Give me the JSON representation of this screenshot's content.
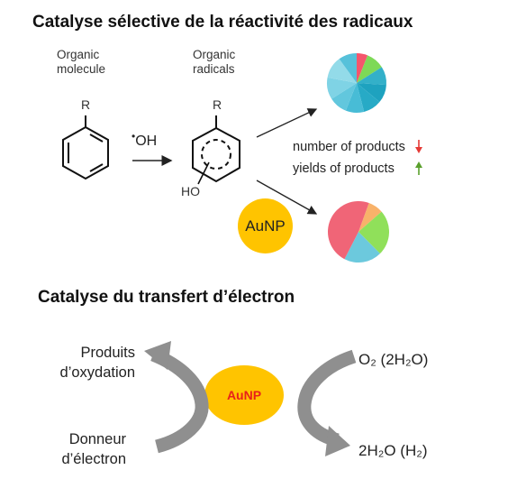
{
  "section1": {
    "title": "Catalyse sélective de la réactivité des radicaux",
    "organic_molecule": [
      "Organic",
      "molecule"
    ],
    "organic_radicals": [
      "Organic",
      "radicals"
    ],
    "substituent": "R",
    "reagent_dot": "•",
    "reagent": "OH",
    "hydroxyl": "HO",
    "catalyst": "AuNP",
    "number_of_products": "number of products",
    "yields_of_products": "yields of products"
  },
  "section2": {
    "title": "Catalyse du transfert d’électron",
    "oxidation_products": [
      "Produits",
      "d’oxydation"
    ],
    "electron_donor": [
      "Donneur",
      "d’électron"
    ],
    "catalyst": "AuNP",
    "top_right_formula": "O₂ (2H₂O)",
    "bottom_right_formula": "2H₂O (H₂)"
  },
  "colors": {
    "aunp_fill": "#ffc400",
    "aunp2_label": "#e8201b",
    "down_arrow": "#e53935",
    "up_arrow": "#5aa02c",
    "curved_arrow": "#8f8f8f"
  },
  "pies": {
    "top": [
      {
        "color": "#f4566c",
        "fraction": 0.06
      },
      {
        "color": "#7ed957",
        "fraction": 0.1
      },
      {
        "color": "#33b0c9",
        "fraction": 0.1
      },
      {
        "color": "#1ea2bf",
        "fraction": 0.1
      },
      {
        "color": "#27aac6",
        "fraction": 0.1
      },
      {
        "color": "#48bcd6",
        "fraction": 0.1
      },
      {
        "color": "#62c7dd",
        "fraction": 0.1
      },
      {
        "color": "#7fd3e5",
        "fraction": 0.12
      },
      {
        "color": "#93dbe9",
        "fraction": 0.12
      },
      {
        "color": "#56c1da",
        "fraction": 0.1
      }
    ],
    "bottom": [
      {
        "color": "#f8b26a",
        "fraction": 0.08
      },
      {
        "color": "#90e05a",
        "fraction": 0.24
      },
      {
        "color": "#6cc9dd",
        "fraction": 0.2
      },
      {
        "color": "#f06577",
        "fraction": 0.48
      }
    ]
  }
}
